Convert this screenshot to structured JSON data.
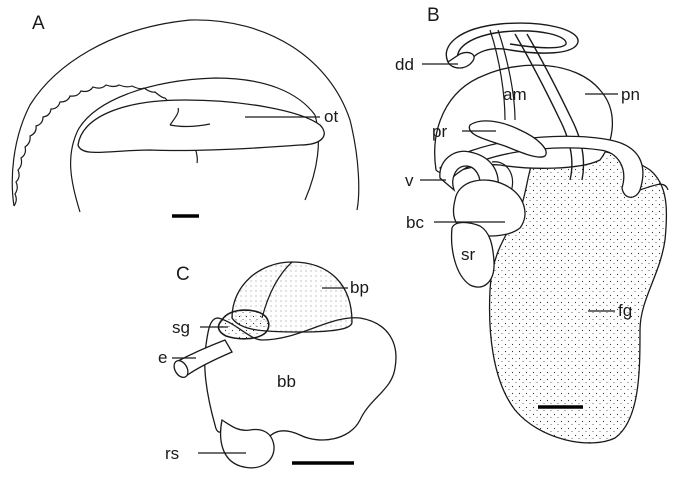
{
  "panels": {
    "a": {
      "letter": "A",
      "labels": {
        "ot": "ot"
      }
    },
    "b": {
      "letter": "B",
      "labels": {
        "dd": "dd",
        "am": "am",
        "pn": "pn",
        "pr": "pr",
        "v": "v",
        "bc": "bc",
        "sr": "sr",
        "fg": "fg"
      }
    },
    "c": {
      "letter": "C",
      "labels": {
        "bp": "bp",
        "sg": "sg",
        "e": "e",
        "bb": "bb",
        "rs": "rs"
      }
    }
  },
  "colors": {
    "ink": "#1a1a1a",
    "background": "#ffffff"
  }
}
